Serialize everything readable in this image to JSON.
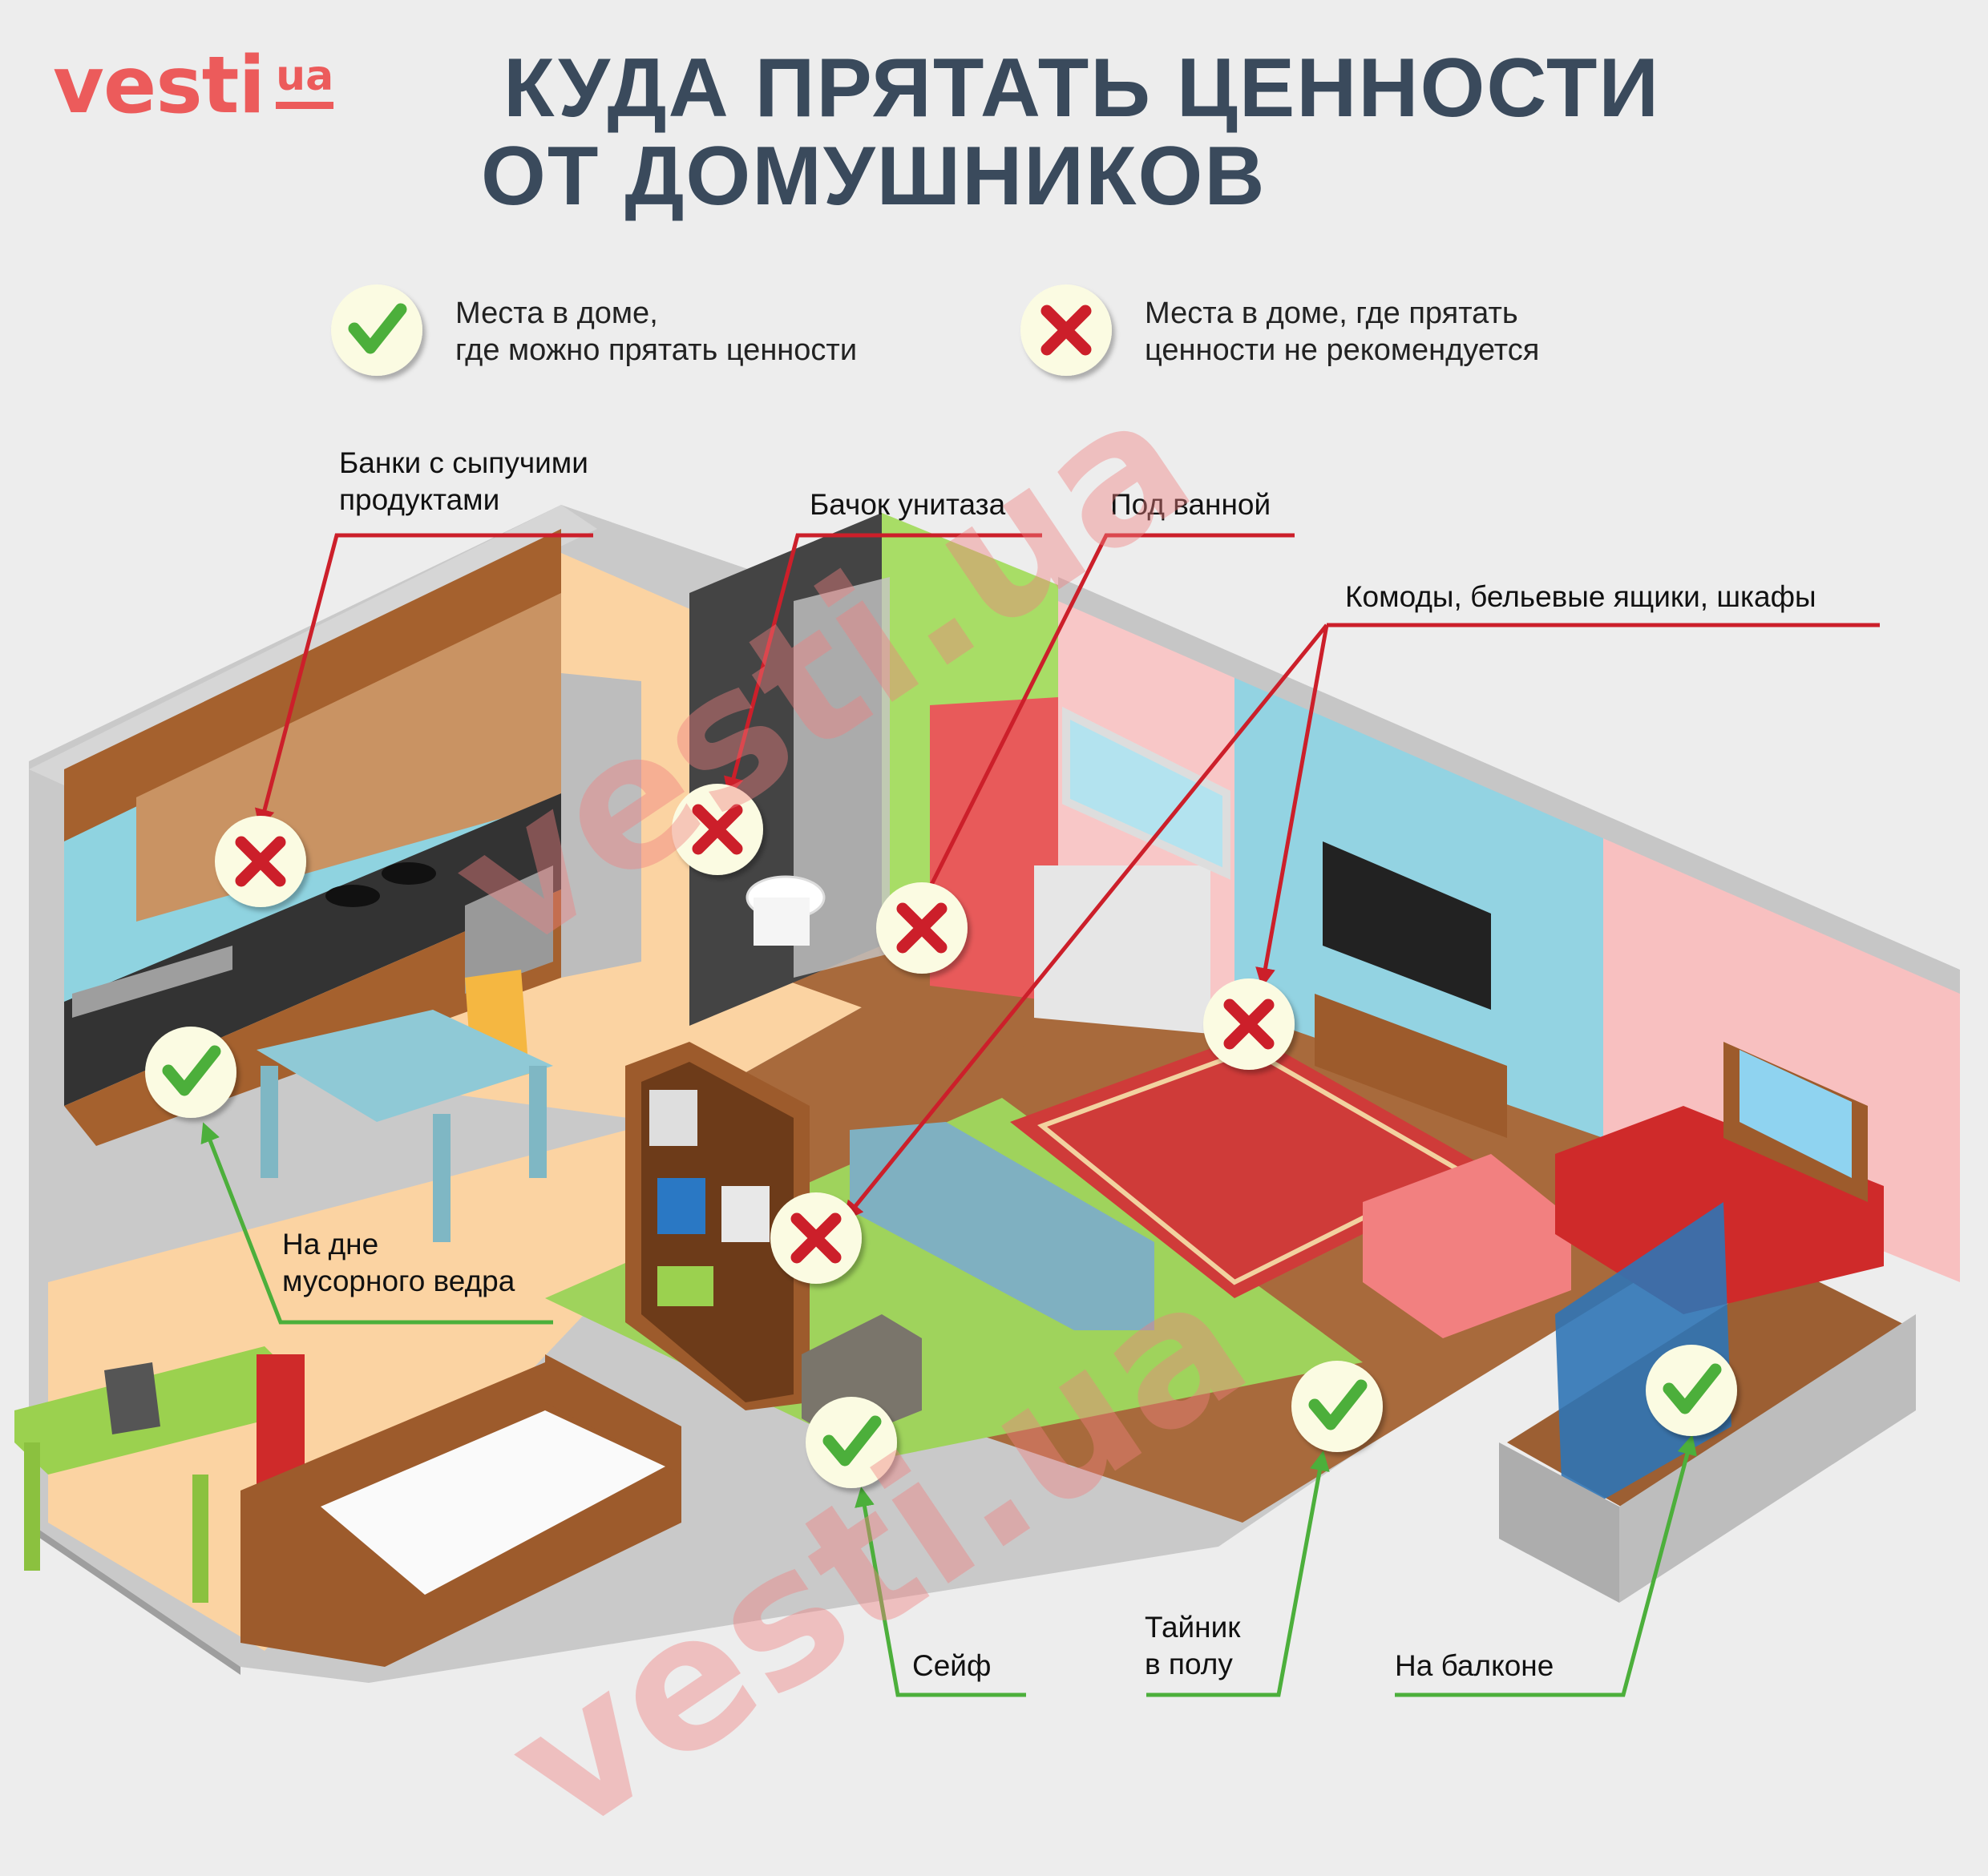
{
  "logo": {
    "main": "vesti",
    "sub": "ua"
  },
  "title": {
    "line1": "КУДА ПРЯТАТЬ ЦЕННОСТИ",
    "line2": "ОТ ДОМУШНИКОВ"
  },
  "legend": {
    "good_line1": "Места в доме,",
    "good_line2": "где можно прятать ценности",
    "bad_line1": "Места в доме, где прятать",
    "bad_line2": "ценности не рекомендуется"
  },
  "labels": {
    "jars_1": "Банки с сыпучими",
    "jars_2": "продуктами",
    "tank": "Бачок унитаза",
    "bath": "Под ванной",
    "dressers": "Комоды, бельевые ящики, шкафы",
    "bin_1": "На дне",
    "bin_2": "мусорного ведра",
    "safe": "Сейф",
    "floor_1": "Тайник",
    "floor_2": "в полу",
    "balcony": "На балконе"
  },
  "watermark": {
    "text1": "vesti.ua",
    "text2": "vesti.ua"
  },
  "colors": {
    "good": "#4caf3b",
    "bad": "#cc1f2a",
    "badge_bg": "#fbfbe2",
    "title": "#3a4a5c",
    "brand": "#ec5b5b"
  },
  "icons": {
    "good": "check-icon",
    "bad": "cross-icon"
  }
}
